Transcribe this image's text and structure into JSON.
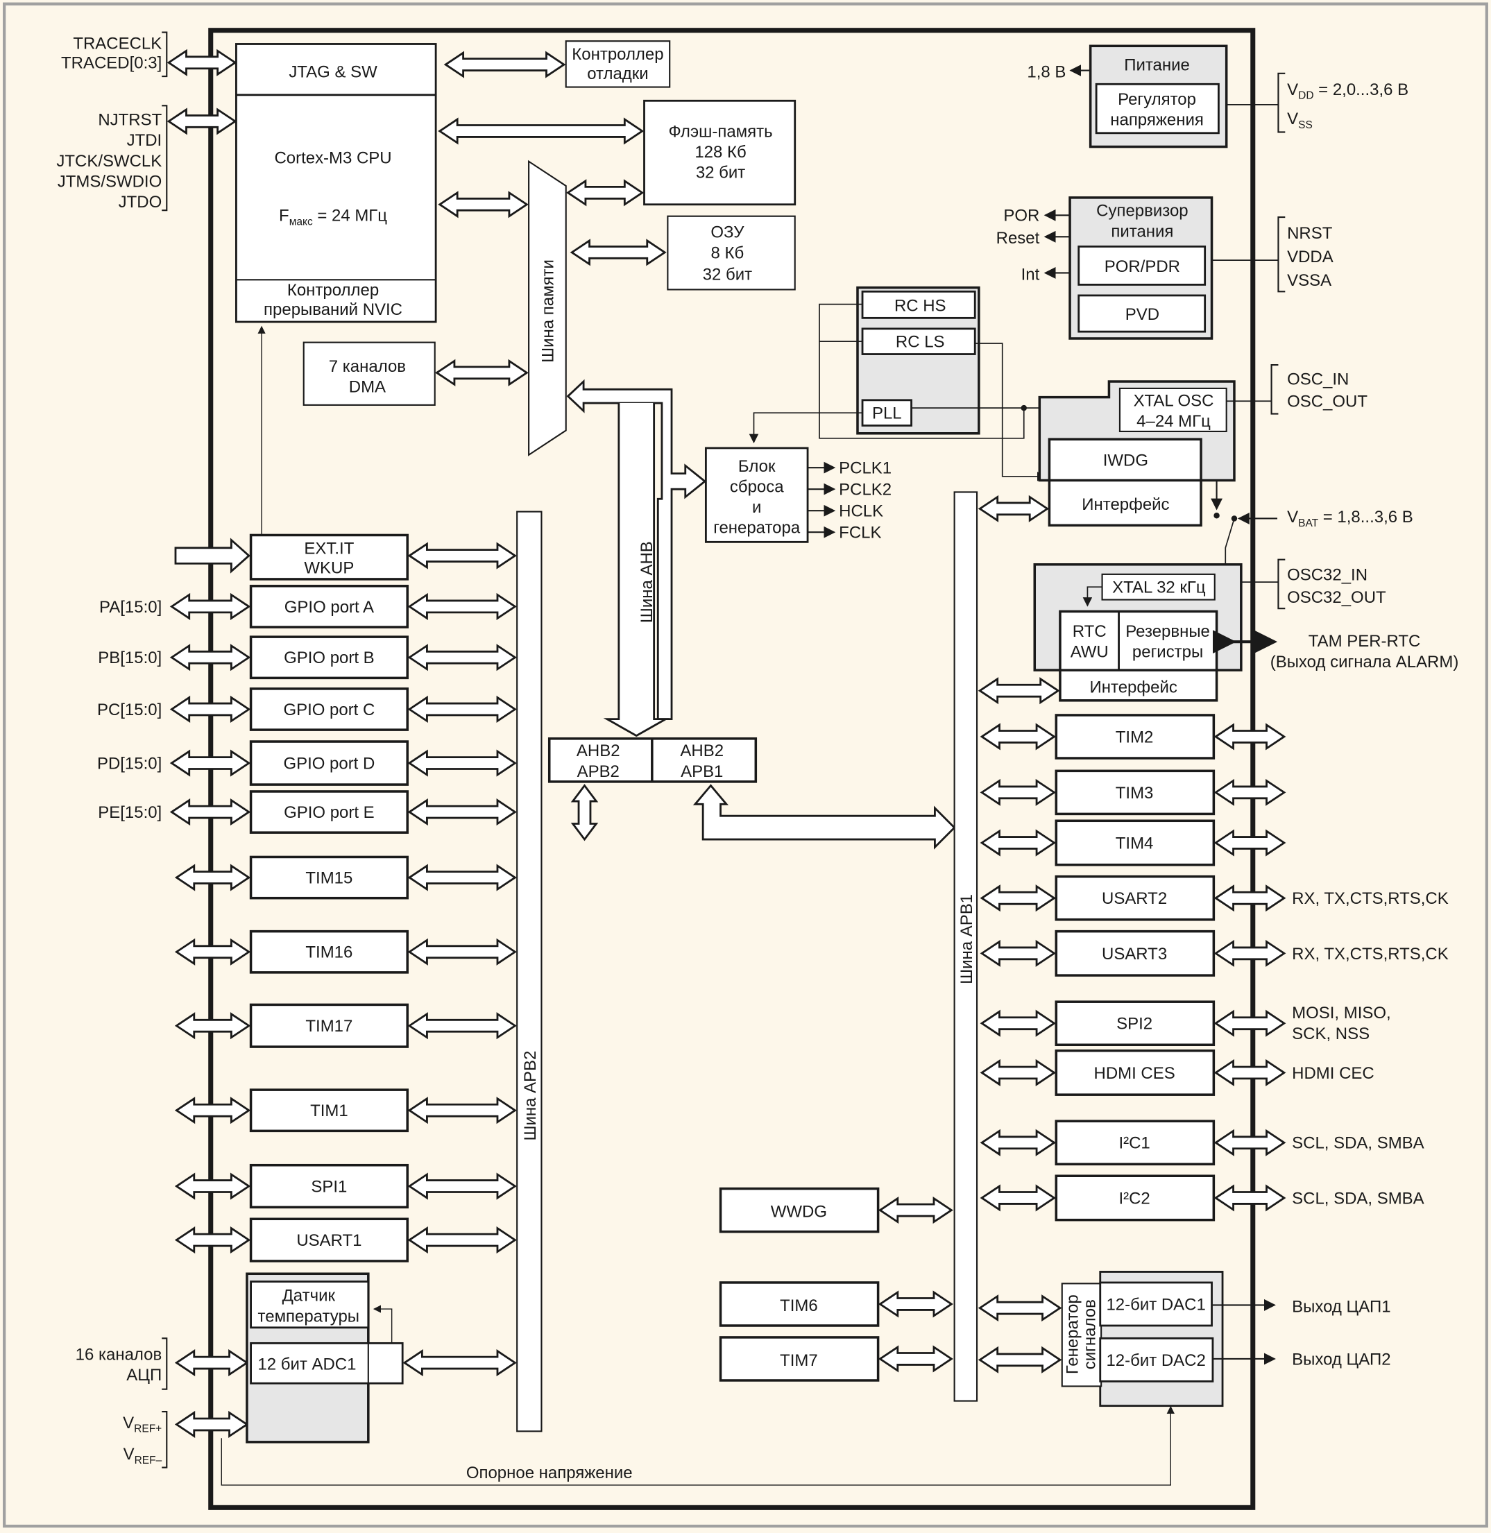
{
  "colors": {
    "background": "#fdf7ea",
    "box": "#ffffff",
    "shaded": "#e6e6e6",
    "line": "#1a1a1a"
  },
  "core": {
    "jtag": "JTAG & SW",
    "cpu": "Cortex-M3 CPU",
    "fmax_prefix": "F",
    "fmax_sub": "макс",
    "fmax_value": " = 24 МГц",
    "nvic": [
      "Контроллер",
      "прерываний NVIC"
    ],
    "debug_ctrl": [
      "Контроллер",
      "отладки"
    ],
    "flash": [
      "Флэш-память",
      "128 Кб",
      "32 бит"
    ],
    "ram": [
      "ОЗУ",
      "8 Кб",
      "32 бит"
    ],
    "dma": [
      "7 каналов",
      "DMA"
    ],
    "mem_bus": "Шина памяти",
    "ahb_bus": "Шина AHB",
    "apb2_bus": "Шина APB2",
    "apb1_bus": "Шина APB1"
  },
  "left_pins": {
    "trace": [
      "TRACECLK",
      "TRACED[0:3]"
    ],
    "jtag": [
      "NJTRST",
      "JTDI",
      "JTCK/SWCLK",
      "JTMS/SWDIO",
      "JTDO"
    ],
    "ports": [
      "PA[15:0]",
      "PB[15:0]",
      "PC[15:0]",
      "PD[15:0]",
      "PE[15:0]"
    ],
    "adc": [
      "16 каналов",
      "АЦП"
    ],
    "vref_plus": "REF+",
    "vref_minus": "REF–"
  },
  "apb2_blocks": {
    "extit": [
      "EXT.IT",
      "WKUP"
    ],
    "gpio": [
      "GPIO port A",
      "GPIO port B",
      "GPIO port C",
      "GPIO port D",
      "GPIO port E"
    ],
    "timers": [
      "TIM15",
      "TIM16",
      "TIM17",
      "TIM1"
    ],
    "spi1": "SPI1",
    "usart1": "USART1",
    "temp_sensor": [
      "Датчик",
      "температуры"
    ],
    "adc1": "12 бит ADC1"
  },
  "bridges": {
    "left": [
      "AHB2",
      "APB2"
    ],
    "right": [
      "AHB2",
      "APB1"
    ]
  },
  "reset_clock": {
    "block": [
      "Блок",
      "сброса",
      "и",
      "генератора"
    ],
    "outputs": [
      "PCLK1",
      "PCLK2",
      "HCLK",
      "FCLK"
    ]
  },
  "oscillators": {
    "rc_hs": "RC HS",
    "rc_ls": "RC LS",
    "pll": "PLL",
    "xtal": [
      "XTAL OSC",
      "4–24 МГц"
    ],
    "iwdg": "IWDG",
    "iwdg_if": "Интерфейс",
    "osc_pins": [
      "OSC_IN",
      "OSC_OUT"
    ]
  },
  "power": {
    "title": "Питание",
    "regulator": [
      "Регулятор",
      "напряжения"
    ],
    "out": "1,8 В",
    "vdd_sub": "DD",
    "vdd_val": " = 2,0...3,6 В",
    "vss_sub": "SS"
  },
  "supervisor": {
    "title": [
      "Супервизор",
      "питания"
    ],
    "por_pdr": "POR/PDR",
    "pvd": "PVD",
    "outputs": [
      "POR",
      "Reset",
      "Int"
    ],
    "pins": [
      "NRST",
      "VDDA",
      "VSSA"
    ]
  },
  "vbat": {
    "sub": "BAT",
    "value": " = 1,8...3,6 В"
  },
  "rtc_domain": {
    "xtal32": "XTAL 32 кГц",
    "rtc": [
      "RTC",
      "AWU"
    ],
    "backup": [
      "Резервные",
      "регистры"
    ],
    "interface": "Интерфейс",
    "osc32_pins": [
      "OSC32_IN",
      "OSC32_OUT"
    ],
    "tamper": [
      "TAM PER-RTC",
      "(Выход сигнала ALARM)"
    ]
  },
  "apb1_blocks": {
    "items": [
      {
        "name": "TIM2",
        "pins": ""
      },
      {
        "name": "TIM3",
        "pins": ""
      },
      {
        "name": "TIM4",
        "pins": ""
      },
      {
        "name": "USART2",
        "pins": "RX, TX,CTS,RTS,CK"
      },
      {
        "name": "USART3",
        "pins": "RX, TX,CTS,RTS,CK"
      },
      {
        "name": "SPI2",
        "pins": "MOSI, MISO,",
        "pins2": "SCK, NSS"
      },
      {
        "name": "HDMI CES",
        "pins": "HDMI CEC"
      },
      {
        "name": "I²C1",
        "pins": "SCL, SDA, SMBA"
      },
      {
        "name": "I²C2",
        "pins": "SCL, SDA, SMBA"
      }
    ],
    "wwdg": "WWDG",
    "tim6": "TIM6",
    "tim7": "TIM7",
    "signal_gen": [
      "Генератор",
      "сигналов"
    ],
    "dac1": "12-бит DAC1",
    "dac2": "12-бит DAC2",
    "dac_out": [
      "Выход ЦАП1",
      "Выход ЦАП2"
    ]
  },
  "vref_line": "Опорное напряжение"
}
